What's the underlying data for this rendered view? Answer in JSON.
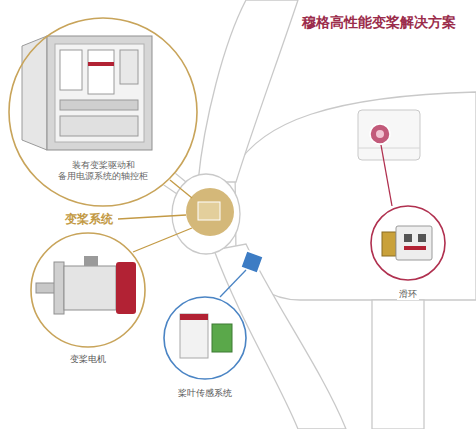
{
  "diagram": {
    "title": "穆格高性能变桨解决方案",
    "nodes": [
      {
        "text": [
          "装有变桨驱动和 备用电源系统的轴控柜"
        ]
      },
      {
        "text": [
          "变桨电机"
        ]
      },
      {
        "text": [
          "桨叶传感系统"
        ]
      },
      {
        "text": [
          "滑环"
        ]
      }
    ],
    "labels": [
      "变桨系统"
    ]
  }
}
